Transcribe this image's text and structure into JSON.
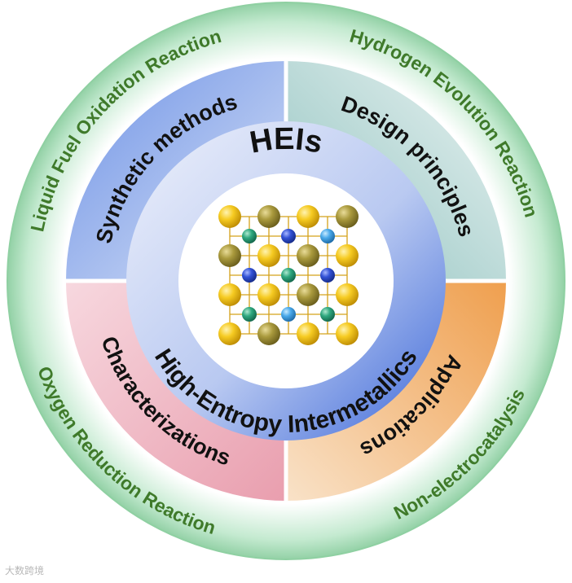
{
  "outer_ring": {
    "top_left": "Liquid Fuel Oxidation Reaction",
    "top_right": "Hydrogen Evolution Reaction",
    "bottom_left": "Oxygen Reduction Reaction",
    "bottom_right": "Non-electrocatalysis"
  },
  "quadrants": {
    "top_left": "Synthetic methods",
    "top_right": "Design principles",
    "bottom_left": "Characterizations",
    "bottom_right": "Applications"
  },
  "center": {
    "abbrev": "HEIs",
    "full_name": "High-Entropy Intermetallics"
  },
  "watermark": "大数跨境",
  "colors": {
    "outer_ring": "#a8dcb8",
    "outer_text": "#3f7a2a",
    "top_left_quadrant": "#8eaee8",
    "top_right_quadrant": "#b6d6d3",
    "bottom_left_quadrant": "#efb7c2",
    "bottom_right_quadrant": "#f0bc82",
    "inner_ring": "#7d9de3",
    "atom_gold": "#f2c318",
    "atom_olive": "#a99a3c",
    "atom_green": "#2aa77e",
    "atom_blue": "#2f4fd2",
    "atom_light_blue": "#4aa8ea"
  },
  "lattice": [
    [
      "gold",
      "olive",
      "gold",
      "olive"
    ],
    [
      "green",
      "blue",
      "light_blue"
    ],
    [
      "olive",
      "gold",
      "olive",
      "gold"
    ],
    [
      "blue",
      "green",
      "blue"
    ],
    [
      "gold",
      "gold",
      "olive",
      "gold"
    ],
    [
      "green",
      "light_blue",
      "green"
    ],
    [
      "gold",
      "olive",
      "gold",
      "gold"
    ]
  ]
}
